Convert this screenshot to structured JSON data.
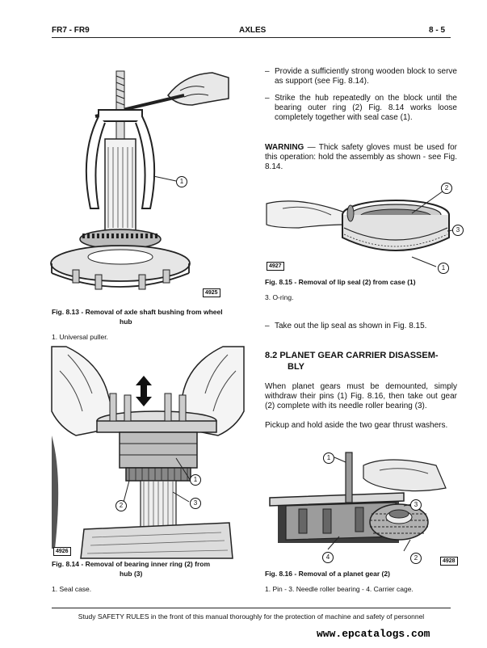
{
  "header": {
    "model": "FR7 - FR9",
    "section": "AXLES",
    "page": "8 - 5"
  },
  "left": {
    "fig813": {
      "tag": "4925",
      "caption_line1": "Fig. 8.13 - Removal of axle shaft bushing from wheel",
      "caption_line2": "hub",
      "legend": "1. Universal puller.",
      "callouts": [
        "1"
      ]
    },
    "fig814": {
      "tag": "4926",
      "caption_line1": "Fig. 8.14 - Removal of bearing inner ring (2) from",
      "caption_line2": "hub (3)",
      "legend": "1. Seal case.",
      "callouts": [
        "1",
        "2",
        "3"
      ]
    }
  },
  "right": {
    "bullets": [
      "Provide a sufficiently strong wooden block to serve as support (see Fig. 8.14).",
      "Strike the hub repeatedly on the block until the bearing outer ring (2) Fig. 8.14 works loose completely together with seal case (1)."
    ],
    "warning_label": "WARNING",
    "warning_text": "— Thick safety gloves must be used for this operation: hold the assembly as shown - see Fig. 8.14.",
    "fig815": {
      "tag": "4927",
      "caption": "Fig. 8.15 - Removal of lip seal (2) from case (1)",
      "legend": "3. O-ring.",
      "callouts": [
        "2",
        "3",
        "1"
      ]
    },
    "bullet3": "Take out the lip seal as shown in Fig. 8.15.",
    "section_heading_line1": "8.2  PLANET GEAR CARRIER DISASSEM-",
    "section_heading_line2": "BLY",
    "para1": "When planet gears must be demounted, simply withdraw their pins (1) Fig. 8.16, then take out gear (2) complete with its needle roller bearing (3).",
    "para2": "Pickup and hold aside the two gear thrust washers.",
    "fig816": {
      "tag": "4928",
      "caption": "Fig. 8.16 - Removal of a planet gear (2)",
      "legend": "1. Pin - 3. Needle roller bearing - 4. Carrier cage.",
      "callouts": [
        "1",
        "3",
        "4",
        "2"
      ]
    }
  },
  "footer": {
    "safety": "Study SAFETY RULES in the front of this manual thoroughly for the protection of machine and safety of personnel",
    "website": "www.epcatalogs.com"
  }
}
